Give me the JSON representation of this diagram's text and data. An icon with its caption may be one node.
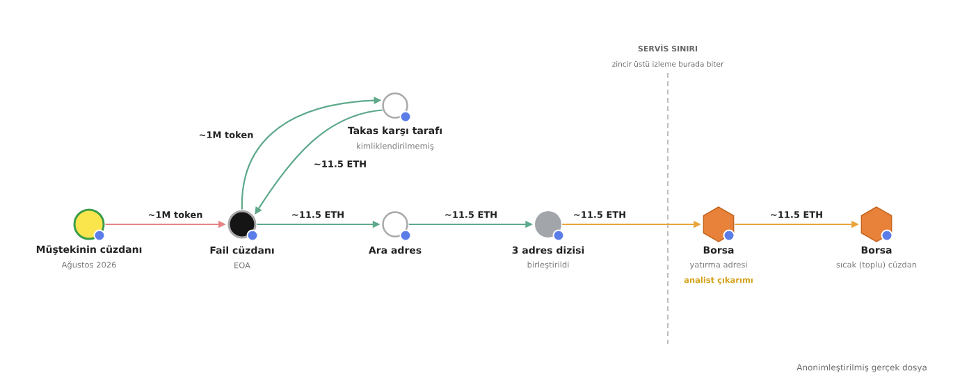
{
  "diagram": {
    "nodes": [
      {
        "text": [
          "Müştekinin cüzdanı",
          "Ağustos 2026"
        ]
      },
      {
        "text": [
          "Fail cüzdanı",
          "EOA"
        ]
      },
      {
        "text": [
          "Takas karşı tarafı",
          "kimliklendirilmemiş"
        ]
      },
      {
        "text": [
          "Ara adres"
        ]
      },
      {
        "text": [
          "3 adres dizisi",
          "birleştirildi"
        ]
      },
      {
        "text": [
          "Borsa",
          "yatırma adresi",
          "analist çıkarımı"
        ]
      },
      {
        "text": [
          "Borsa",
          "sıcak (toplu) cüzdan"
        ]
      }
    ],
    "edges": [
      {
        "from": 0,
        "to": 1,
        "arrow": "to",
        "label": "~1M token",
        "color": "#e58585"
      },
      {
        "from": 1,
        "to": 2,
        "arrow": "to",
        "label": "~1M token"
      },
      {
        "from": 2,
        "to": 1,
        "arrow": "to",
        "label": "~11.5 ETH"
      },
      {
        "from": 1,
        "to": 3,
        "arrow": "to",
        "label": "~11.5 ETH"
      },
      {
        "from": 3,
        "to": 4,
        "arrow": "to",
        "label": "~11.5 ETH"
      },
      {
        "from": 4,
        "to": 5,
        "arrow": "to",
        "label": "~11.5 ETH",
        "color": "#e8a53c"
      },
      {
        "from": 5,
        "to": 6,
        "arrow": "to",
        "label": "~11.5 ETH",
        "color": "#e8a53c"
      }
    ],
    "labels": [
      "SERVİS SINIRI",
      "zincir üstü izleme burada biter",
      "Anonimleştirilmiş gerçek dosya"
    ]
  }
}
